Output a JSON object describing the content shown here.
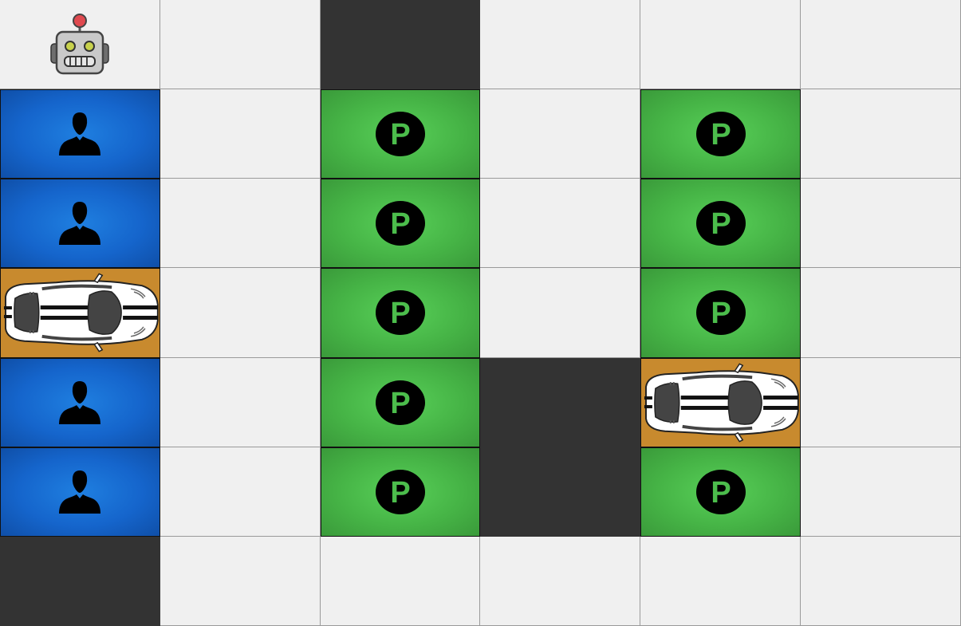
{
  "grid": {
    "rows": 7,
    "cols": 6,
    "cells": [
      [
        "robot",
        "empty",
        "wall",
        "empty",
        "empty",
        "empty"
      ],
      [
        "person",
        "empty",
        "parking",
        "empty",
        "parking",
        "empty"
      ],
      [
        "person",
        "empty",
        "parking",
        "empty",
        "parking",
        "empty"
      ],
      [
        "car",
        "empty",
        "parking",
        "empty",
        "parking",
        "empty"
      ],
      [
        "person",
        "empty",
        "parking",
        "wall",
        "car",
        "empty"
      ],
      [
        "person",
        "empty",
        "parking",
        "wall",
        "parking",
        "empty"
      ],
      [
        "wall",
        "empty",
        "empty",
        "empty",
        "empty",
        "empty"
      ]
    ]
  },
  "labels": {
    "parking": "P"
  },
  "icons": {
    "robot": "robot-icon",
    "person": "person-icon",
    "parking": "parking-sign-icon",
    "car": "car-icon"
  },
  "colors": {
    "empty": "#f0f0f0",
    "wall": "#333333",
    "person": "#1565cc",
    "parking": "#46b446",
    "car": "#c88a2e"
  }
}
